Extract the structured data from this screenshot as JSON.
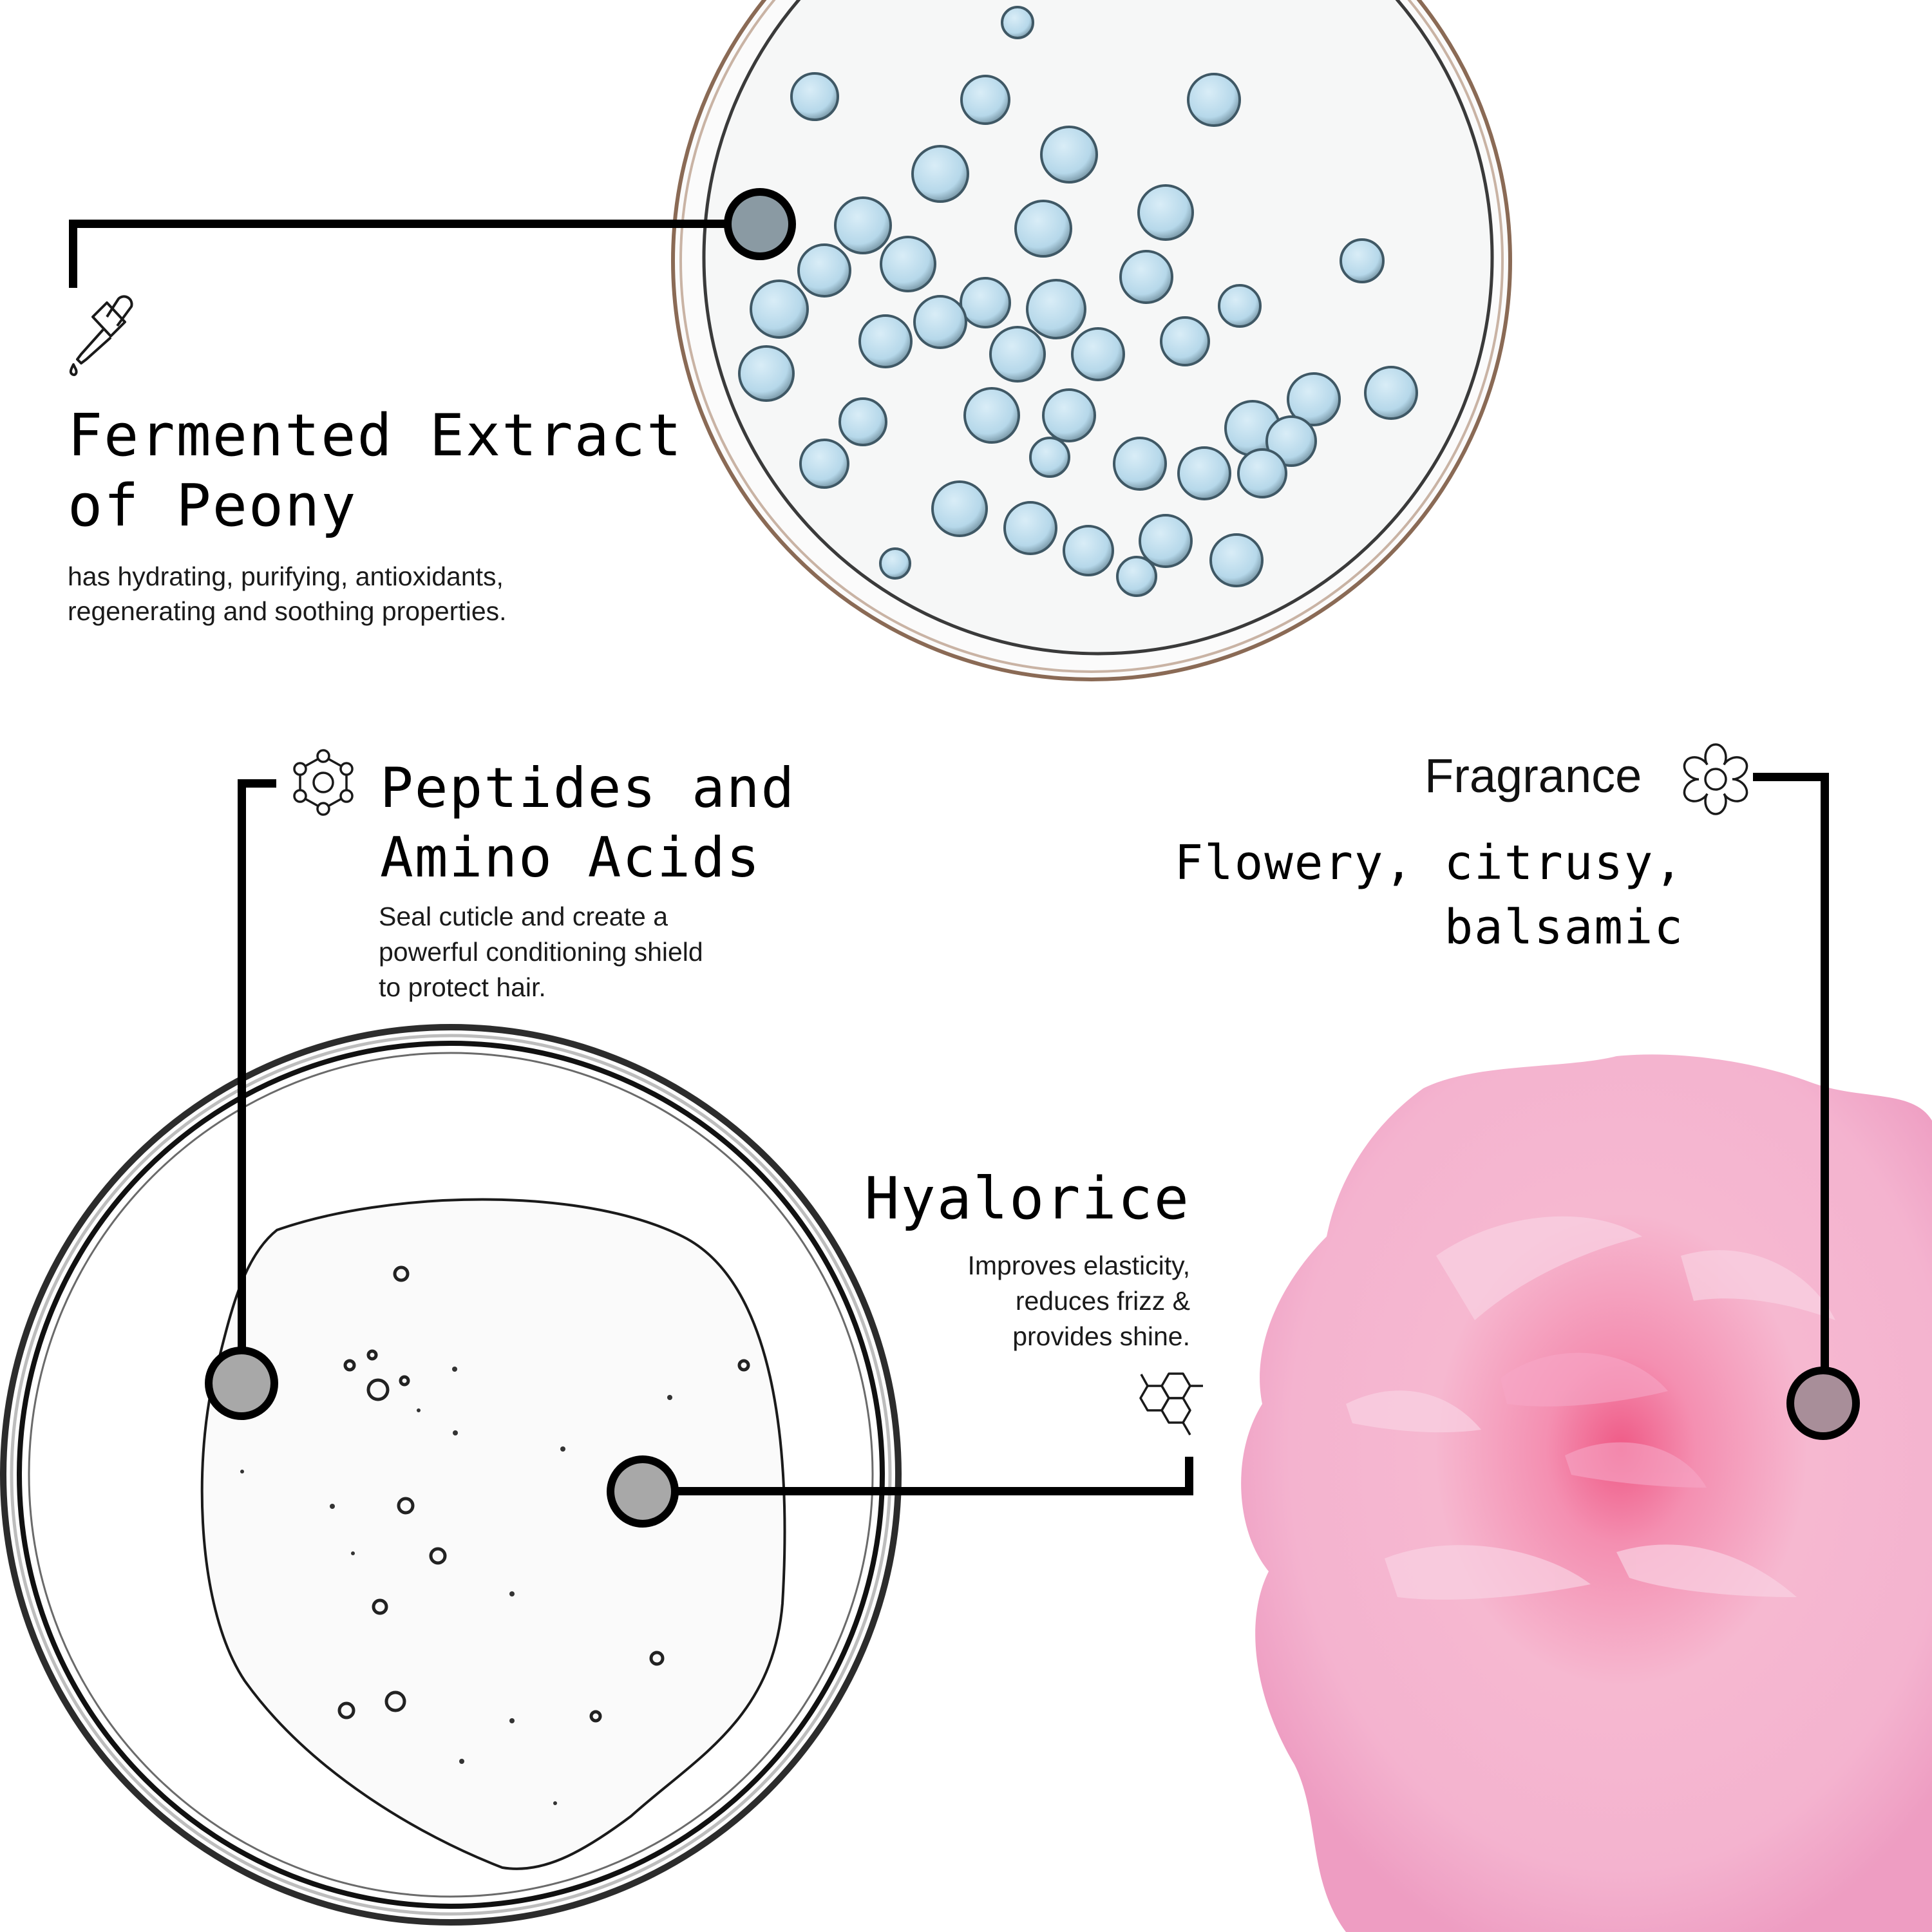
{
  "colors": {
    "line": "#000000",
    "pin_fill_gray": "#a8a8a8",
    "pin_fill_blue": "#8a9aa3",
    "pin_fill_mauve": "#a88e99",
    "drop_blue": "#bcdcec",
    "drop_outline": "#3f5865",
    "dish_rim_brown": "#8a6a55",
    "peony_pink": "#f4b3cf",
    "peony_light": "#f9d2e2",
    "peony_center": "#ef5a86"
  },
  "ingredients": [
    {
      "id": "fermented-extract",
      "icon": "dropper-icon",
      "title_lines": [
        "Fermented Extract",
        "of Peony"
      ],
      "description_lines": [
        "has hydrating, purifying, antioxidants,",
        "regenerating and soothing properties."
      ]
    },
    {
      "id": "peptides",
      "icon": "molecule-ring-icon",
      "title_lines": [
        "Peptides and",
        "Amino Acids"
      ],
      "description_lines": [
        "Seal cuticle and create a",
        "powerful conditioning shield",
        "to protect hair."
      ]
    },
    {
      "id": "fragrance",
      "icon": "flower-icon",
      "label": "Fragrance",
      "title_lines": [
        "Flowery, citrusy,",
        "balsamic"
      ]
    },
    {
      "id": "hyalorice",
      "icon": "hexagon-molecule-icon",
      "title_lines": [
        "Hyalorice"
      ],
      "description_lines": [
        "Improves elasticity,",
        "reduces frizz &",
        "provides shine."
      ]
    }
  ]
}
